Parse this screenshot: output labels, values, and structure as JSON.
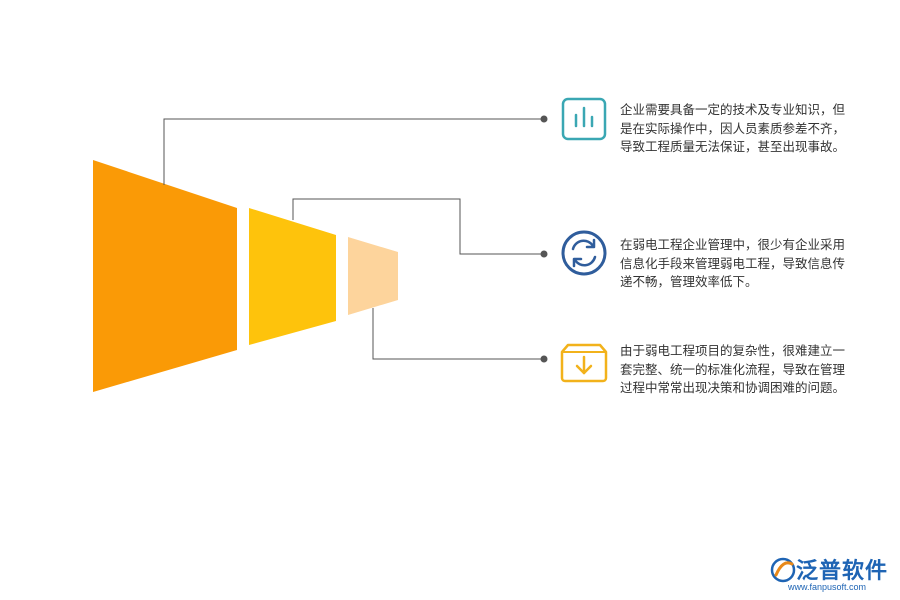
{
  "colors": {
    "segment1": "#FA9A06",
    "segment2": "#FEC30C",
    "segment3": "#FDD49C",
    "connector": "#555555",
    "icon1": "#3AA7B3",
    "icon2": "#2F5D9C",
    "icon3": "#F2B21B",
    "logo": "#1E64B4"
  },
  "items": [
    {
      "icon": "bar-chart-icon",
      "text": "企业需要具备一定的技术及专业知识，但是在实际操作中，因人员素质参差不齐，导致工程质量无法保证，甚至出现事故。"
    },
    {
      "icon": "refresh-cycle-icon",
      "text": "在弱电工程企业管理中，很少有企业采用信息化手段来管理弱电工程，导致信息传递不畅，管理效率低下。"
    },
    {
      "icon": "download-tray-icon",
      "text": "由于弱电工程项目的复杂性，很难建立一套完整、统一的标准化流程，导致在管理过程中常常出现决策和协调困难的问题。"
    }
  ],
  "logo": {
    "name": "泛普软件",
    "url": "www.fanpusoft.com"
  }
}
